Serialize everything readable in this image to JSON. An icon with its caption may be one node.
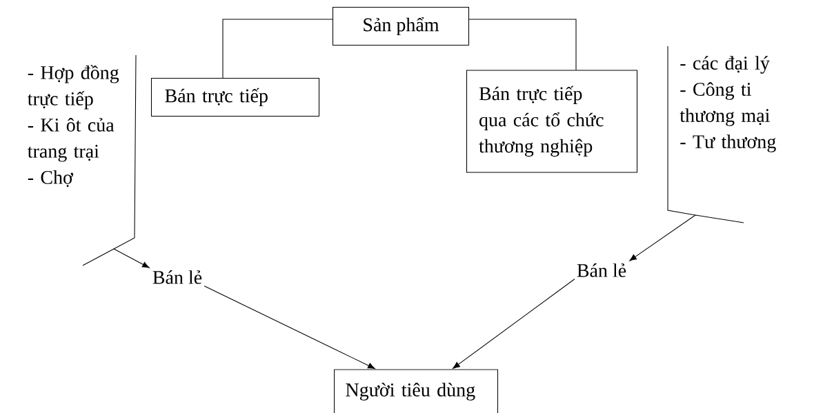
{
  "diagram": {
    "nodes": [
      {
        "text": [
          "Sản phẩm"
        ]
      },
      {
        "text": [
          "- Hợp đồng trực tiếp",
          "- Ki ôt của trang trại",
          "- Chợ"
        ]
      },
      {
        "text": [
          "Bán trực tiếp"
        ]
      },
      {
        "text": [
          "Bán trực tiếp qua các tổ chức thương nghiệp"
        ]
      },
      {
        "text": [
          "- các đại lý",
          "- Công ti thương mại",
          "- Tư thương"
        ]
      },
      {
        "text": [
          "Bán lẻ"
        ]
      },
      {
        "text": [
          "Bán lẻ"
        ]
      },
      {
        "text": [
          "Người tiêu dùng"
        ]
      }
    ],
    "edges": [
      {
        "from": 0,
        "to": 2,
        "arrow": "none"
      },
      {
        "from": 0,
        "to": 3,
        "arrow": "none"
      },
      {
        "from": 1,
        "to": 5,
        "arrow": "to"
      },
      {
        "from": 4,
        "to": 6,
        "arrow": "to"
      },
      {
        "from": 5,
        "to": 7,
        "arrow": "to"
      },
      {
        "from": 6,
        "to": 7,
        "arrow": "to"
      }
    ]
  }
}
